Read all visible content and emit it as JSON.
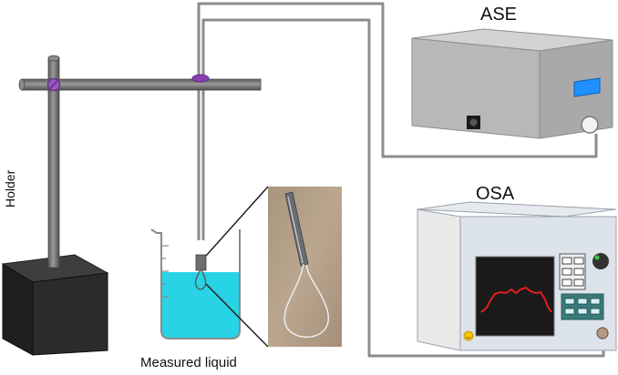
{
  "labels": {
    "ase": "ASE",
    "osa": "OSA",
    "holder": "Holder",
    "measured_liquid": "Measured liquid"
  },
  "colors": {
    "fiber": "#8c8c8c",
    "rod": "#6f6f6f",
    "clamp": "#8a3fb0",
    "liquid": "#27d3e4",
    "base": "#2b2b2b",
    "ase_front": "#b8b8b8",
    "ase_top": "#d3d3d3",
    "ase_display": "#1e90ff",
    "osa_panel": "#dde3eb",
    "osa_screen": "#1a1a1a",
    "spectrum_trace": "#e02020",
    "button_panel": "#3a7a7a",
    "photo_background": "#b3a089"
  },
  "icons": {
    "ase_power_switch": "power-switch-icon",
    "osa_indicator": "smiley-indicator-icon",
    "osa_knob": "rotary-knob-icon"
  }
}
